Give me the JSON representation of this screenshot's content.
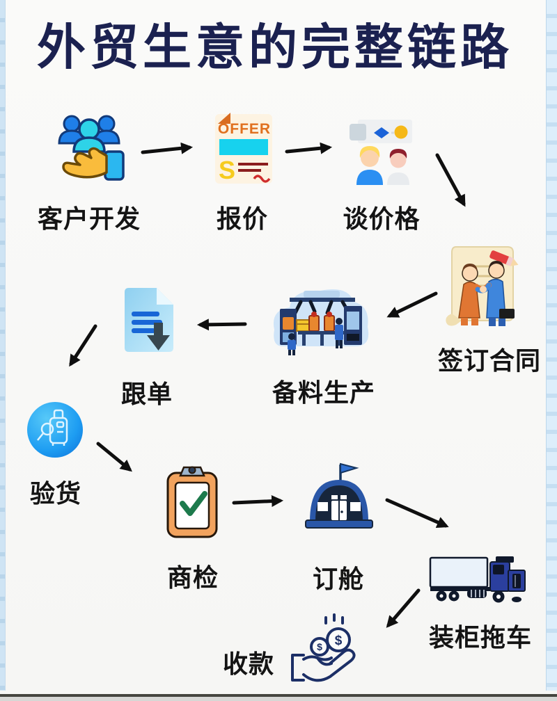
{
  "page": {
    "title": "外贸生意的完整链路",
    "palette": {
      "title_navy": "#1b2150",
      "arrow_black": "#0f0f0f",
      "label_black": "#141414",
      "paper_edge_blue": "#cfe4f4",
      "accent_blue": "#2b8ff2",
      "accent_orange": "#f2a35e",
      "accent_cyan": "#17d2ee"
    }
  },
  "steps": [
    {
      "label": "客户开发",
      "icon": "customers-in-hand-icon"
    },
    {
      "label": "报价",
      "icon": "offer-document-icon",
      "offer_text": "OFFER",
      "currency_letter": "S"
    },
    {
      "label": "谈价格",
      "icon": "negotiation-people-icon"
    },
    {
      "label": "签订合同",
      "icon": "contract-handshake-icon"
    },
    {
      "label": "备料生产",
      "icon": "factory-production-icon"
    },
    {
      "label": "跟单",
      "icon": "document-download-icon"
    },
    {
      "label": "验货",
      "icon": "inspection-magnifier-icon"
    },
    {
      "label": "商检",
      "icon": "clipboard-check-icon"
    },
    {
      "label": "订舱",
      "icon": "warehouse-flag-icon"
    },
    {
      "label": "装柜拖车",
      "icon": "container-truck-icon"
    },
    {
      "label": "收款",
      "icon": "hand-coins-icon",
      "coin_symbol": "$"
    }
  ],
  "flow": {
    "arrow_count": "10",
    "order": "客户开发→报价→谈价格→签订合同→备料生产→跟单→验货→商检→订舱→装柜拖车→收款"
  }
}
